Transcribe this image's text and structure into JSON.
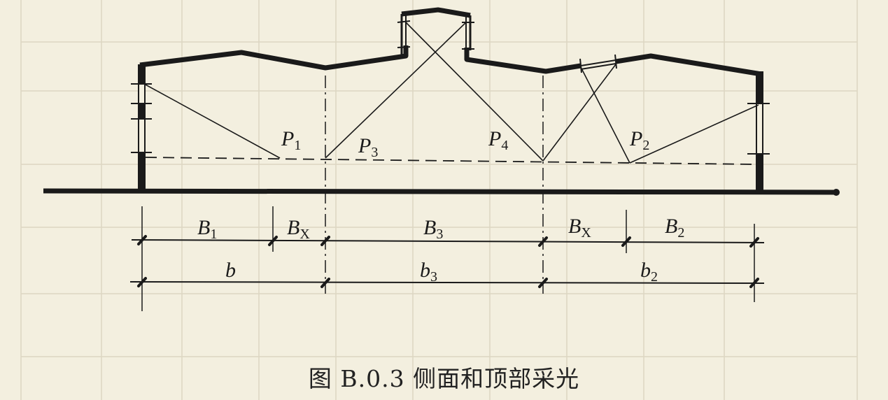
{
  "figure": {
    "caption": "图 B.0.3   侧面和顶部采光"
  },
  "points": {
    "p1": "P",
    "p1_sub": "1",
    "p2": "P",
    "p2_sub": "2",
    "p3": "P",
    "p3_sub": "3",
    "p4": "P",
    "p4_sub": "4"
  },
  "dimensions_row1": {
    "b1": "B",
    "b1_sub": "1",
    "bx_left": "B",
    "bx_left_sub": "X",
    "b3": "B",
    "b3_sub": "3",
    "bx_right": "B",
    "bx_right_sub": "X",
    "b2": "B",
    "b2_sub": "2"
  },
  "dimensions_row2": {
    "b": "b",
    "b3": "b",
    "b3_sub": "3",
    "b2": "b",
    "b2_sub": "2"
  },
  "colors": {
    "ink": "#1a1a1a",
    "paper": "#f3efdf",
    "faint_table": "#ddd6c2"
  }
}
